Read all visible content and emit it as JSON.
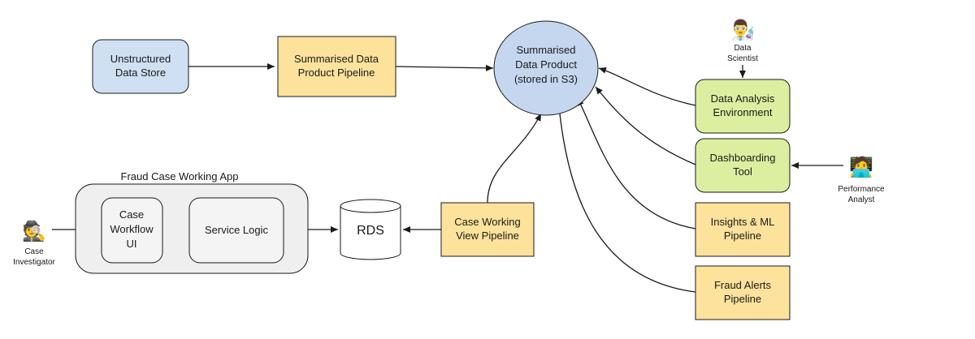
{
  "nodes": {
    "unstructured_store": {
      "lines": [
        "Unstructured",
        "Data Store"
      ],
      "color": "#cfe0f3"
    },
    "summarised_pipeline": {
      "lines": [
        "Summarised Data",
        "Product Pipeline"
      ],
      "color": "#fde29b"
    },
    "summarised_product": {
      "lines": [
        "Summarised",
        "Data Product",
        "(stored in S3)"
      ],
      "color": "#c4d7ee"
    },
    "data_analysis_env": {
      "lines": [
        "Data Analysis",
        "Environment"
      ],
      "color": "#dcefa0"
    },
    "dashboarding_tool": {
      "lines": [
        "Dashboarding",
        "Tool"
      ],
      "color": "#dcefa0"
    },
    "insights_ml_pipeline": {
      "lines": [
        "Insights & ML",
        "Pipeline"
      ],
      "color": "#fde29b"
    },
    "fraud_alerts_pipeline": {
      "lines": [
        "Fraud Alerts",
        "Pipeline"
      ],
      "color": "#fde29b"
    },
    "case_working_view_pipeline": {
      "lines": [
        "Case Working",
        "View Pipeline"
      ],
      "color": "#fde29b"
    },
    "rds": {
      "label": "RDS"
    },
    "fraud_app": {
      "title": "Fraud Case Working App",
      "color": "#efefef"
    },
    "case_workflow_ui": {
      "lines": [
        "Case",
        "Workflow",
        "UI"
      ],
      "color": "#f4f4f4"
    },
    "service_logic": {
      "label": "Service Logic",
      "color": "#f4f4f4"
    }
  },
  "actors": {
    "data_scientist": {
      "lines": [
        "Data",
        "Scientist"
      ],
      "icon": "scientist-icon",
      "glyph": "👨‍🔬"
    },
    "performance_analyst": {
      "lines": [
        "Performance",
        "Analyst"
      ],
      "icon": "analyst-icon",
      "glyph": "🧑‍💻"
    },
    "case_investigator": {
      "lines": [
        "Case",
        "Investigator"
      ],
      "icon": "detective-icon",
      "glyph": "🕵️"
    }
  }
}
